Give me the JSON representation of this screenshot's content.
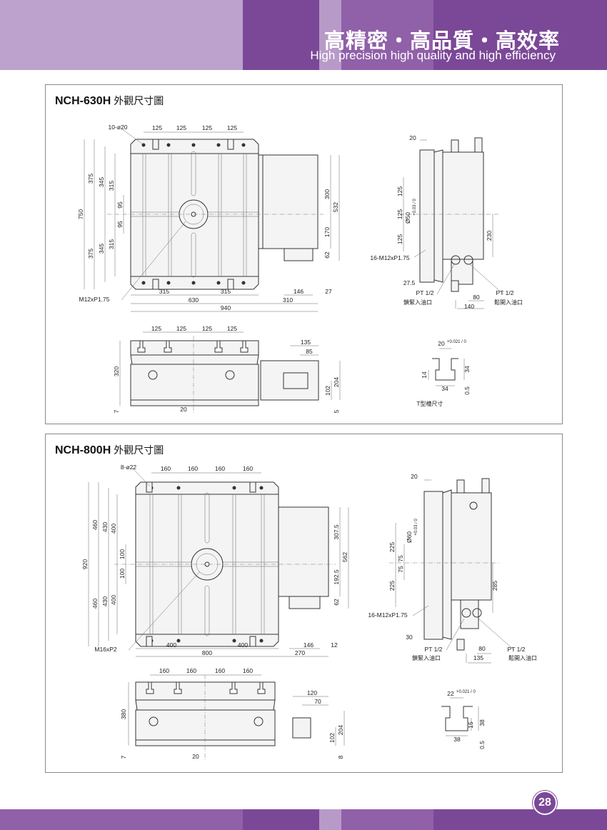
{
  "header": {
    "title_cn": "高精密・高品質・高效率",
    "title_en": "High precision high quality and high efficiency",
    "colors": {
      "light": "#bca2cc",
      "dark": "#7b4897",
      "mid": "#9060a8",
      "stripe": "#b79ac8"
    }
  },
  "panels": [
    {
      "model": "NCH-630H",
      "title_cn": "外觀尺寸圖",
      "top_view": {
        "holes_label": "10-ø20",
        "dims": [
          "125",
          "125",
          "125",
          "125",
          "750",
          "375",
          "375",
          "345",
          "345",
          "315",
          "315",
          "95",
          "95",
          "300",
          "532",
          "170",
          "62",
          "315",
          "315",
          "146",
          "27",
          "630",
          "310",
          "940"
        ],
        "thread_label": "M12xP1.75"
      },
      "side_view": {
        "dims": [
          "20",
          "125",
          "125",
          "125",
          "Ø50",
          "230",
          "27.5",
          "80",
          "140"
        ],
        "tolerance": "+0.03 / 0",
        "thread_label": "16-M12xP1.75",
        "port_clamp": {
          "size": "PT 1/2",
          "label": "鎖緊入油口"
        },
        "port_release": {
          "size": "PT 1/2",
          "label": "鬆開入油口"
        }
      },
      "front_view": {
        "dims": [
          "125",
          "125",
          "125",
          "125",
          "135",
          "85",
          "320",
          "204",
          "102",
          "7",
          "20",
          "5"
        ]
      },
      "t_slot": {
        "width": "20",
        "tolerance": "+0.021 / 0",
        "dims": [
          "14",
          "34",
          "34",
          "0.5"
        ],
        "caption": "T型槽尺寸"
      }
    },
    {
      "model": "NCH-800H",
      "title_cn": "外觀尺寸圖",
      "top_view": {
        "holes_label": "8-ø22",
        "dims": [
          "160",
          "160",
          "160",
          "160",
          "920",
          "460",
          "460",
          "430",
          "430",
          "400",
          "400",
          "100",
          "100",
          "307.5",
          "562",
          "192.5",
          "62",
          "400",
          "400",
          "146",
          "12",
          "800",
          "270"
        ],
        "thread_label": "M16xP2"
      },
      "side_view": {
        "dims": [
          "20",
          "225",
          "225",
          "75",
          "75",
          "Ø60",
          "285",
          "30",
          "80",
          "135"
        ],
        "tolerance": "+0.03 / 0",
        "thread_label": "16-M12xP1.75",
        "port_clamp": {
          "size": "PT 1/2",
          "label": "鎖緊入油口"
        },
        "port_release": {
          "size": "PT 1/2",
          "label": "鬆開入油口"
        }
      },
      "front_view": {
        "dims": [
          "160",
          "160",
          "160",
          "160",
          "120",
          "70",
          "380",
          "204",
          "102",
          "7",
          "20",
          "8"
        ]
      },
      "t_slot": {
        "width": "22",
        "tolerance": "+0.021 / 0",
        "dims": [
          "15",
          "38",
          "38",
          "0.5"
        ]
      }
    }
  ],
  "footer": {
    "page_number": "28"
  }
}
